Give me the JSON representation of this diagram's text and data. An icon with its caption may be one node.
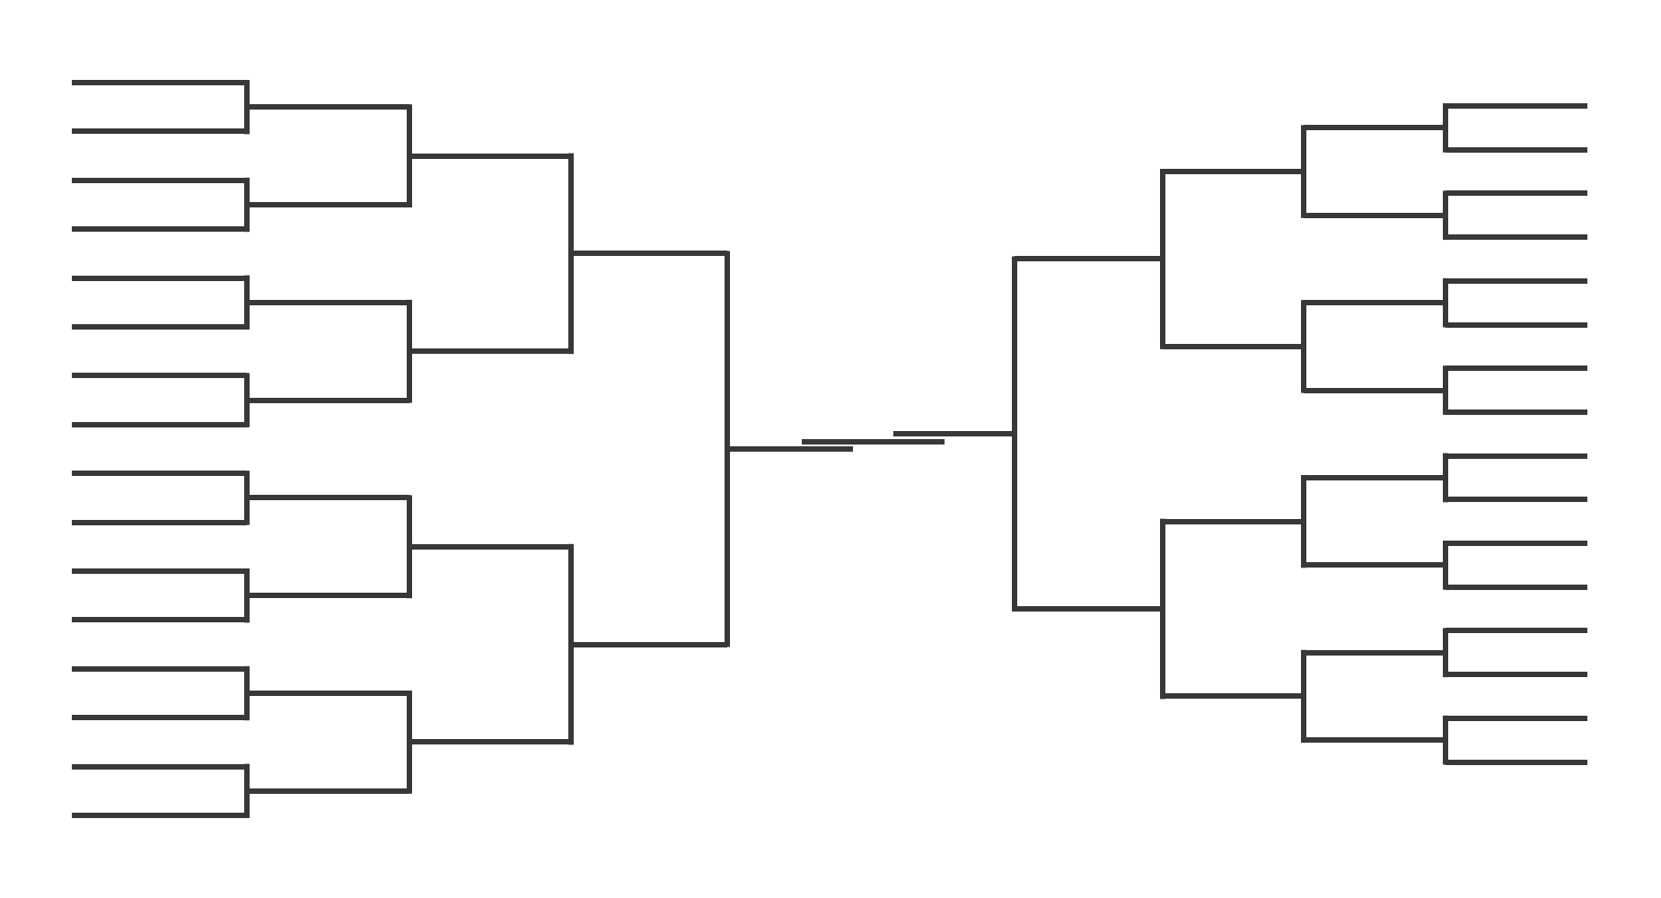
{
  "diagram": {
    "nodes": [
      {
        "text": [],
        "shape": "bar"
      },
      {
        "text": [],
        "shape": "bar"
      },
      {
        "text": [],
        "shape": "bar"
      },
      {
        "text": [],
        "shape": "bar"
      },
      {
        "text": [],
        "shape": "bar"
      },
      {
        "text": [],
        "shape": "bar"
      },
      {
        "text": [],
        "shape": "bar"
      },
      {
        "text": [],
        "shape": "bar"
      },
      {
        "text": [],
        "shape": "bar"
      },
      {
        "text": [],
        "shape": "bar"
      },
      {
        "text": [],
        "shape": "bar"
      },
      {
        "text": [],
        "shape": "bar"
      },
      {
        "text": [],
        "shape": "bar"
      },
      {
        "text": [],
        "shape": "bar"
      },
      {
        "text": [],
        "shape": "bar"
      },
      {
        "text": [],
        "shape": "bar"
      },
      {
        "text": [],
        "shape": "bar"
      },
      {
        "text": [],
        "shape": "bar"
      },
      {
        "text": [],
        "shape": "bar"
      },
      {
        "text": [],
        "shape": "bar"
      },
      {
        "text": [],
        "shape": "bar"
      },
      {
        "text": [],
        "shape": "bar"
      },
      {
        "text": [],
        "shape": "bar"
      },
      {
        "text": [],
        "shape": "bar"
      },
      {
        "text": [],
        "shape": "bar"
      },
      {
        "text": [],
        "shape": "bar"
      },
      {
        "text": [],
        "shape": "bar"
      },
      {
        "text": [],
        "shape": "bar"
      },
      {
        "text": [],
        "shape": "bar"
      },
      {
        "text": [],
        "shape": "bar"
      },
      {
        "text": [],
        "shape": "bar"
      },
      {
        "text": [],
        "shape": "bar"
      },
      {
        "text": [],
        "shape": "bar"
      },
      {
        "text": [],
        "shape": "bar"
      },
      {
        "text": [],
        "shape": "bar"
      },
      {
        "text": [],
        "shape": "bar"
      },
      {
        "text": [],
        "shape": "bar"
      },
      {
        "text": [],
        "shape": "bar"
      },
      {
        "text": [],
        "shape": "bar"
      },
      {
        "text": [],
        "shape": "bar"
      },
      {
        "text": [],
        "shape": "bar"
      },
      {
        "text": [],
        "shape": "bar"
      },
      {
        "text": [],
        "shape": "bar"
      },
      {
        "text": [],
        "shape": "bar"
      },
      {
        "text": [],
        "shape": "bar"
      },
      {
        "text": [],
        "shape": "bar"
      },
      {
        "text": [],
        "shape": "bar"
      },
      {
        "text": [],
        "shape": "bar"
      },
      {
        "text": [],
        "shape": "bar"
      },
      {
        "text": [],
        "shape": "bar"
      },
      {
        "text": [],
        "shape": "bar"
      },
      {
        "text": [],
        "shape": "bar"
      },
      {
        "text": [],
        "shape": "bar"
      },
      {
        "text": [],
        "shape": "bar"
      },
      {
        "text": [],
        "shape": "bar"
      },
      {
        "text": [],
        "shape": "bar"
      },
      {
        "text": [],
        "shape": "bar"
      },
      {
        "text": [],
        "shape": "bar"
      },
      {
        "text": [],
        "shape": "bar"
      },
      {
        "text": [],
        "shape": "bar"
      },
      {
        "text": [],
        "shape": "bar"
      },
      {
        "text": [],
        "shape": "bar"
      },
      {
        "text": [],
        "shape": "bar"
      }
    ],
    "edges": [
      {
        "from": 0,
        "to": 16,
        "arrow": "none"
      },
      {
        "from": 1,
        "to": 16,
        "arrow": "none"
      },
      {
        "from": 2,
        "to": 17,
        "arrow": "none"
      },
      {
        "from": 3,
        "to": 17,
        "arrow": "none"
      },
      {
        "from": 4,
        "to": 18,
        "arrow": "none"
      },
      {
        "from": 5,
        "to": 18,
        "arrow": "none"
      },
      {
        "from": 6,
        "to": 19,
        "arrow": "none"
      },
      {
        "from": 7,
        "to": 19,
        "arrow": "none"
      },
      {
        "from": 8,
        "to": 20,
        "arrow": "none"
      },
      {
        "from": 9,
        "to": 20,
        "arrow": "none"
      },
      {
        "from": 10,
        "to": 21,
        "arrow": "none"
      },
      {
        "from": 11,
        "to": 21,
        "arrow": "none"
      },
      {
        "from": 12,
        "to": 22,
        "arrow": "none"
      },
      {
        "from": 13,
        "to": 22,
        "arrow": "none"
      },
      {
        "from": 14,
        "to": 23,
        "arrow": "none"
      },
      {
        "from": 15,
        "to": 23,
        "arrow": "none"
      },
      {
        "from": 16,
        "to": 24,
        "arrow": "none"
      },
      {
        "from": 17,
        "to": 24,
        "arrow": "none"
      },
      {
        "from": 18,
        "to": 25,
        "arrow": "none"
      },
      {
        "from": 19,
        "to": 25,
        "arrow": "none"
      },
      {
        "from": 20,
        "to": 26,
        "arrow": "none"
      },
      {
        "from": 21,
        "to": 26,
        "arrow": "none"
      },
      {
        "from": 22,
        "to": 27,
        "arrow": "none"
      },
      {
        "from": 23,
        "to": 27,
        "arrow": "none"
      },
      {
        "from": 24,
        "to": 28,
        "arrow": "none"
      },
      {
        "from": 25,
        "to": 28,
        "arrow": "none"
      },
      {
        "from": 26,
        "to": 29,
        "arrow": "none"
      },
      {
        "from": 27,
        "to": 29,
        "arrow": "none"
      },
      {
        "from": 28,
        "to": 30,
        "arrow": "none"
      },
      {
        "from": 29,
        "to": 30,
        "arrow": "none"
      },
      {
        "from": 47,
        "to": 39,
        "arrow": "none"
      },
      {
        "from": 48,
        "to": 39,
        "arrow": "none"
      },
      {
        "from": 49,
        "to": 40,
        "arrow": "none"
      },
      {
        "from": 50,
        "to": 40,
        "arrow": "none"
      },
      {
        "from": 51,
        "to": 41,
        "arrow": "none"
      },
      {
        "from": 52,
        "to": 41,
        "arrow": "none"
      },
      {
        "from": 53,
        "to": 42,
        "arrow": "none"
      },
      {
        "from": 54,
        "to": 42,
        "arrow": "none"
      },
      {
        "from": 55,
        "to": 43,
        "arrow": "none"
      },
      {
        "from": 56,
        "to": 43,
        "arrow": "none"
      },
      {
        "from": 57,
        "to": 44,
        "arrow": "none"
      },
      {
        "from": 58,
        "to": 44,
        "arrow": "none"
      },
      {
        "from": 59,
        "to": 45,
        "arrow": "none"
      },
      {
        "from": 60,
        "to": 45,
        "arrow": "none"
      },
      {
        "from": 61,
        "to": 46,
        "arrow": "none"
      },
      {
        "from": 62,
        "to": 46,
        "arrow": "none"
      },
      {
        "from": 39,
        "to": 35,
        "arrow": "none"
      },
      {
        "from": 40,
        "to": 35,
        "arrow": "none"
      },
      {
        "from": 41,
        "to": 36,
        "arrow": "none"
      },
      {
        "from": 42,
        "to": 36,
        "arrow": "none"
      },
      {
        "from": 43,
        "to": 37,
        "arrow": "none"
      },
      {
        "from": 44,
        "to": 37,
        "arrow": "none"
      },
      {
        "from": 45,
        "to": 38,
        "arrow": "none"
      },
      {
        "from": 46,
        "to": 38,
        "arrow": "none"
      },
      {
        "from": 35,
        "to": 33,
        "arrow": "none"
      },
      {
        "from": 36,
        "to": 33,
        "arrow": "none"
      },
      {
        "from": 37,
        "to": 34,
        "arrow": "none"
      },
      {
        "from": 38,
        "to": 34,
        "arrow": "none"
      },
      {
        "from": 33,
        "to": 32,
        "arrow": "none"
      },
      {
        "from": 34,
        "to": 32,
        "arrow": "none"
      }
    ]
  }
}
